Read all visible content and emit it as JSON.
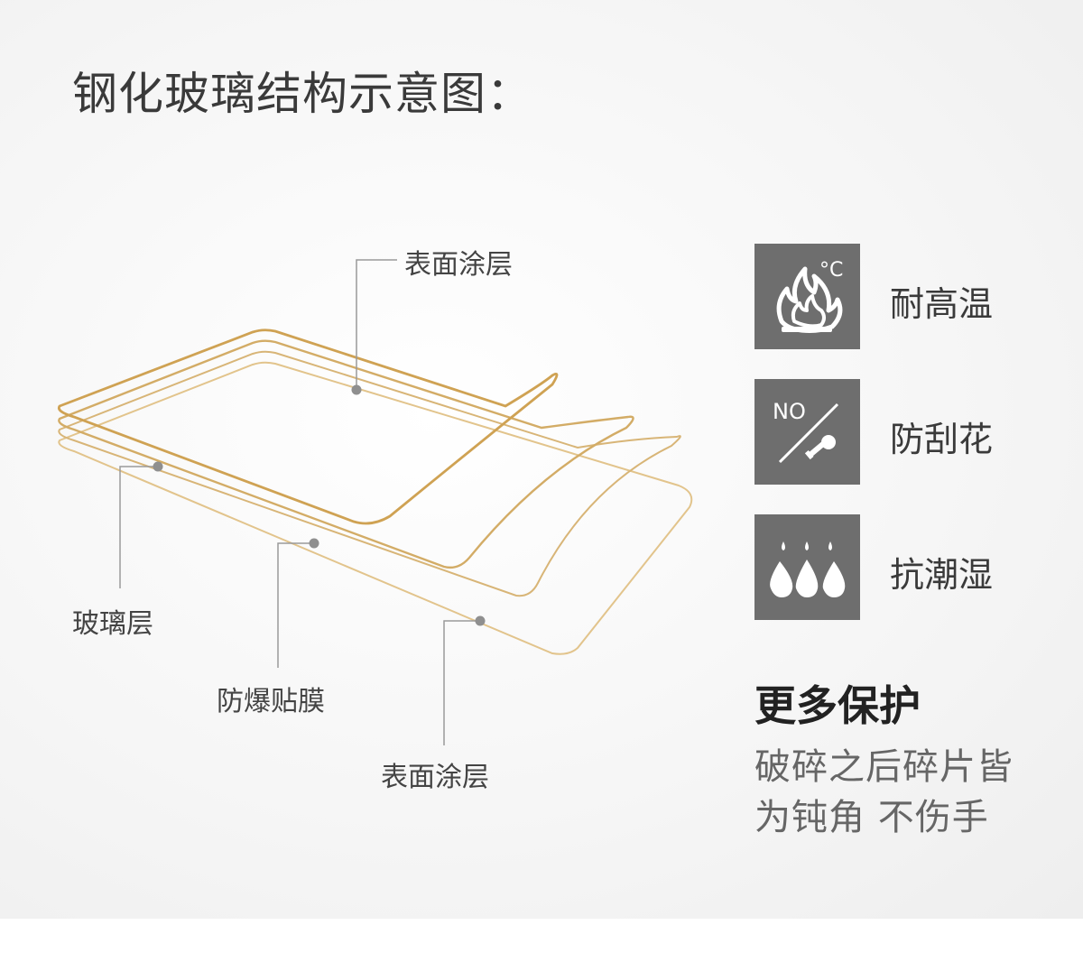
{
  "title": "钢化玻璃结构示意图：",
  "layers": {
    "top_coating": "表面涂层",
    "glass": "玻璃层",
    "film": "防爆贴膜",
    "bottom_coating": "表面涂层"
  },
  "features": [
    {
      "label": "耐高温",
      "icon": "flame-icon",
      "unit": "°C"
    },
    {
      "label": "防刮花",
      "icon": "no-scratch-key-icon",
      "mark": "NO"
    },
    {
      "label": "抗潮湿",
      "icon": "water-drops-icon"
    }
  ],
  "more": {
    "title": "更多保护",
    "desc_line1": "破碎之后碎片皆",
    "desc_line2": "为钝角 不伤手"
  },
  "colors": {
    "layer_gold": "#cfa253",
    "tile_gray": "#6e6e6e",
    "leader_gray": "#9a9a9a"
  }
}
